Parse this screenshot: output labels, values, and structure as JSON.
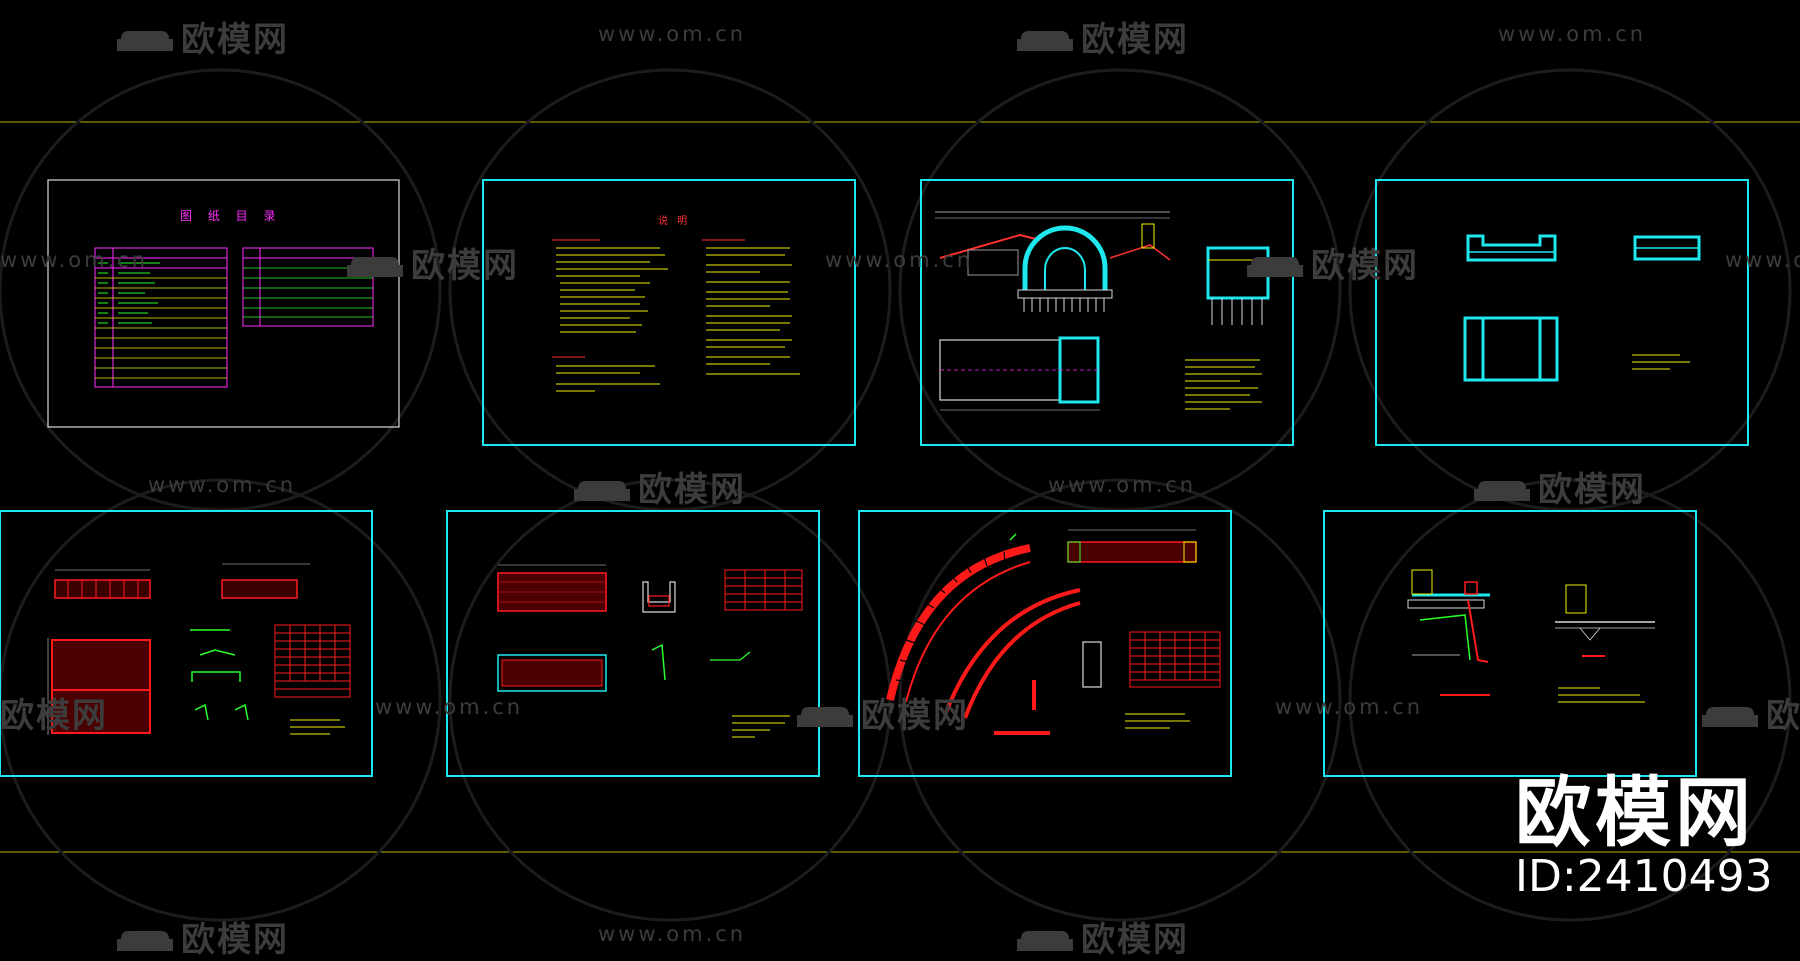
{
  "watermark": {
    "logo_text": "欧模网",
    "url_text": "www.om.cn"
  },
  "brand": {
    "name": "欧模网",
    "id_label": "ID:2410493"
  },
  "sheets": {
    "index_title": "图 纸 目 录",
    "notes_title": "说 明"
  },
  "colors": {
    "background": "#000000",
    "frame_cyan": "#1ee8ee",
    "frame_white": "#d8d8d8",
    "line_magenta": "#ff2cff",
    "text_yellow": "#f0f000",
    "rebar_red": "#ff1a1a",
    "green": "#2aff2a",
    "guide_line": "#b8b400",
    "watermark_gray": "#3c3c3c"
  }
}
